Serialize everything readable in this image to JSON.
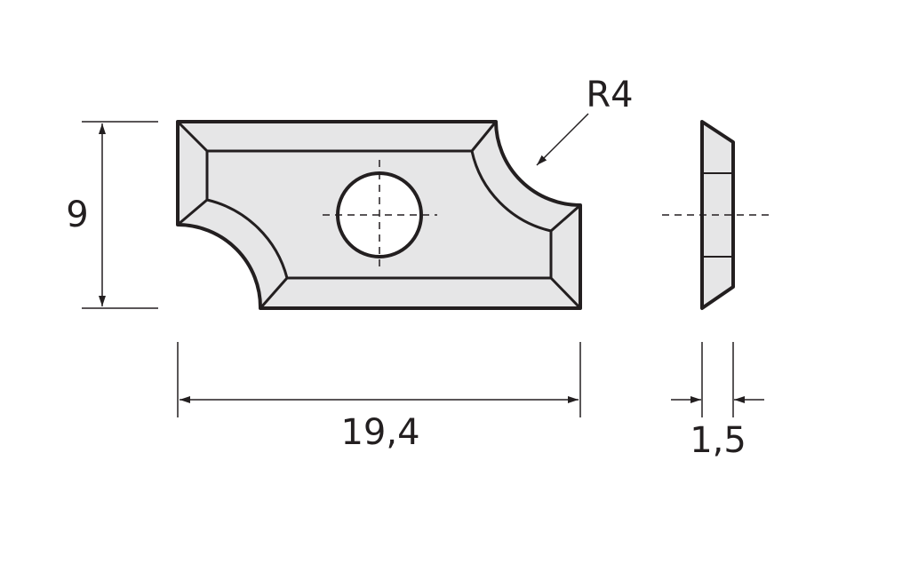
{
  "drawing": {
    "height_label": "9",
    "length_label": "19,4",
    "thickness_label": "1,5",
    "radius_label": "R4"
  },
  "colors": {
    "fill": "#e6e6e7",
    "stroke": "#231f20"
  }
}
